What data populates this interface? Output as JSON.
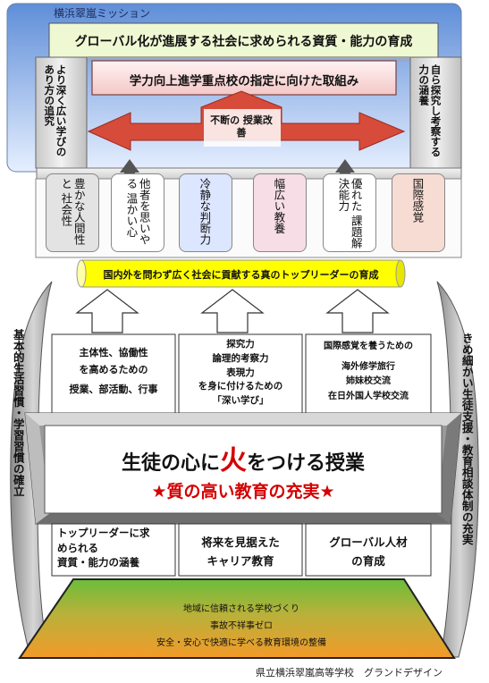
{
  "header": {
    "mission_label": "横浜翠嵐ミッション",
    "goal_title": "グローバル化が進展する社会に求められる資質・能力の育成"
  },
  "side_columns": {
    "left": "より深く広い学びの あり方の追究",
    "right": "自ら探究し考察する 力の涵養"
  },
  "initiative": {
    "title": "学力向上進学重点校の指定に向けた取組み",
    "arrow_label": "不断の 授業改善"
  },
  "qualities": [
    {
      "text": "豊かな人間性と 社会性",
      "color": "#e3e3e3"
    },
    {
      "text": "他者を思いやる 温かい心",
      "color": "#ffffff"
    },
    {
      "text": "冷静な判断力",
      "color": "#dde6ff"
    },
    {
      "text": "幅広い教養",
      "color": "#f6dde6"
    },
    {
      "text": "優れた 課題解決能力",
      "color": "#ffffff"
    },
    {
      "text": "国際感覚",
      "color": "#f7dcd4"
    }
  ],
  "leader_banner": "国内外を問わず広く社会に貢献する真のトップリーダーの育成",
  "pillars": {
    "left": [
      "主体性、協働性",
      "を高めるための",
      "授業、部活動、行事"
    ],
    "center": [
      "探究力",
      "論理的考察力",
      "表現力",
      "を身に付けるための",
      "「深い学び」"
    ],
    "right": [
      "国際感覚を養うための",
      "海外修学旅行",
      "姉妹校交流",
      "在日外国人学校交流"
    ]
  },
  "side_banners": {
    "left": "基本的生活習慣・学習習慣の確立",
    "right": "きめ細かい生徒支援・教育相談体制の充実"
  },
  "core": {
    "line1_a": "生徒の心に",
    "line1_fire": "火",
    "line1_b": "をつける授業",
    "line2": "★質の高い教育の充実★"
  },
  "bottom_boxes": [
    [
      "トップリーダーに求",
      "められる",
      "資質・能力の涵養"
    ],
    [
      "将来を見据えた",
      "キャリア教育"
    ],
    [
      "グローバル人材",
      "の育成"
    ]
  ],
  "foundation": [
    "地域に信頼される学校づくり",
    "事故不祥事ゼロ",
    "安全・安心で快適に学べる教育環境の整備"
  ],
  "footer": "県立横浜翠嵐高等学校　グランドデザイン",
  "colors": {
    "sky_top": "#5f8ed8",
    "sky_bottom": "#e6efff",
    "goal_box": "#eef8d2",
    "red_accent": "#d03a2a",
    "banner_yellow": "#ffff00",
    "core_red": "#d40000",
    "foundation_top": "#6bbd3a",
    "foundation_bottom": "#f39a2a"
  }
}
